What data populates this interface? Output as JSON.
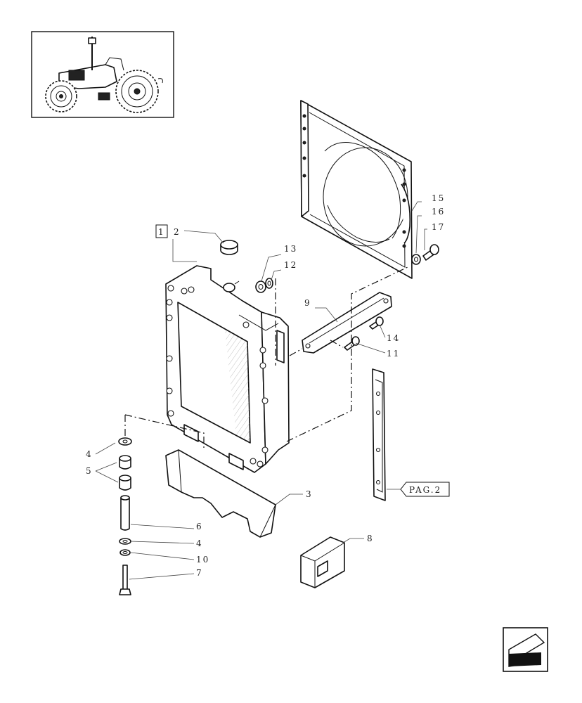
{
  "callouts": {
    "c1": "1",
    "c2": "2",
    "c3": "3",
    "c4a": "4",
    "c4b": "4",
    "c5": "5",
    "c6": "6",
    "c7": "7",
    "c8": "8",
    "c9": "9",
    "c10": "10",
    "c11": "11",
    "c12": "12",
    "c13": "13",
    "c14": "14",
    "c15": "15",
    "c16": "16",
    "c17": "17"
  },
  "reference": {
    "label": "PAG.2"
  },
  "icons": {
    "thumbnail": "tractor-thumbnail-icon",
    "nav": "next-page-arrow-icon"
  }
}
